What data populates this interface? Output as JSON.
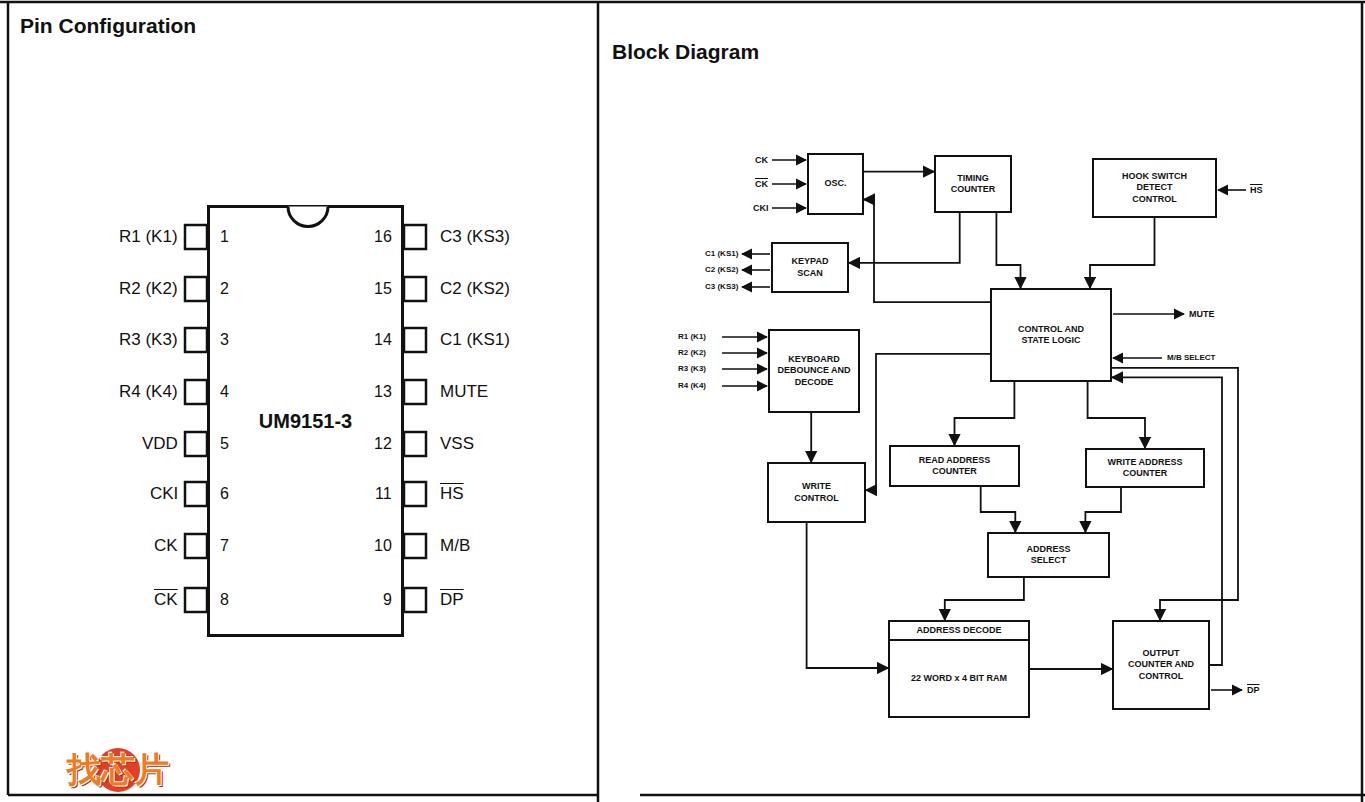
{
  "diagram": {
    "nodes": [
      {
        "text": [
          "UM9151-3"
        ]
      },
      {
        "text": [
          "OSC."
        ]
      },
      {
        "text": [
          "TIMING COUNTER"
        ]
      },
      {
        "text": [
          "HOOK SWITCH DETECT CONTROL"
        ]
      },
      {
        "text": [
          "KEYPAD SCAN"
        ]
      },
      {
        "text": [
          "CONTROL AND STATE LOGIC"
        ]
      },
      {
        "text": [
          "KEYBOARD DEBOUNCE AND DECODE"
        ]
      },
      {
        "text": [
          "READ ADDRESS COUNTER"
        ]
      },
      {
        "text": [
          "WRITE ADDRESS COUNTER"
        ]
      },
      {
        "text": [
          "WRITE CONTROL"
        ]
      },
      {
        "text": [
          "ADDRESS SELECT"
        ]
      },
      {
        "text": [
          "ADDRESS DECODE",
          "22 WORD x 4 BIT RAM"
        ]
      },
      {
        "text": [
          "OUTPUT COUNTER AND CONTROL"
        ]
      }
    ],
    "edges": [
      {
        "from": 1,
        "to": 2,
        "arrow": "to"
      },
      {
        "from": 5,
        "to": 1,
        "arrow": "to"
      },
      {
        "from": 2,
        "to": 4,
        "arrow": "to"
      },
      {
        "from": 2,
        "to": 5,
        "arrow": "to"
      },
      {
        "from": 3,
        "to": 5,
        "arrow": "to"
      },
      {
        "from": 6,
        "to": 9,
        "arrow": "to"
      },
      {
        "from": 5,
        "to": 9,
        "arrow": "to"
      },
      {
        "from": 5,
        "to": 7,
        "arrow": "to"
      },
      {
        "from": 5,
        "to": 8,
        "arrow": "to"
      },
      {
        "from": 7,
        "to": 10,
        "arrow": "to"
      },
      {
        "from": 8,
        "to": 10,
        "arrow": "to"
      },
      {
        "from": 10,
        "to": 11,
        "arrow": "to"
      },
      {
        "from": 9,
        "to": 11,
        "arrow": "to"
      },
      {
        "from": 11,
        "to": 12,
        "arrow": "to"
      },
      {
        "from": 5,
        "to": 12,
        "arrow": "to"
      },
      {
        "from": 12,
        "to": 5,
        "arrow": "to"
      }
    ],
    "labels": [
      "Pin Configuration",
      "Block Diagram",
      "R1 (K1)",
      "1",
      "R2 (K2)",
      "2",
      "R3 (K3)",
      "3",
      "R4 (K4)",
      "4",
      "VDD",
      "5",
      "CKI",
      "6",
      "CK",
      "7",
      "CK",
      "8",
      "16",
      "C3 (KS3)",
      "15",
      "C2 (KS2)",
      "14",
      "C1 (KS1)",
      "13",
      "MUTE",
      "12",
      "VSS",
      "11",
      "HS",
      "10",
      "M/B",
      "9",
      "DP",
      "CK",
      "CK",
      "CKI",
      "C1 (KS1)",
      "C2 (KS2)",
      "C3 (KS3)",
      "R1 (K1)",
      "R2 (K2)",
      "R3 (K3)",
      "R4 (K4)",
      "HS",
      "MUTE",
      "M/B SELECT",
      "DP",
      "找芯片"
    ]
  }
}
